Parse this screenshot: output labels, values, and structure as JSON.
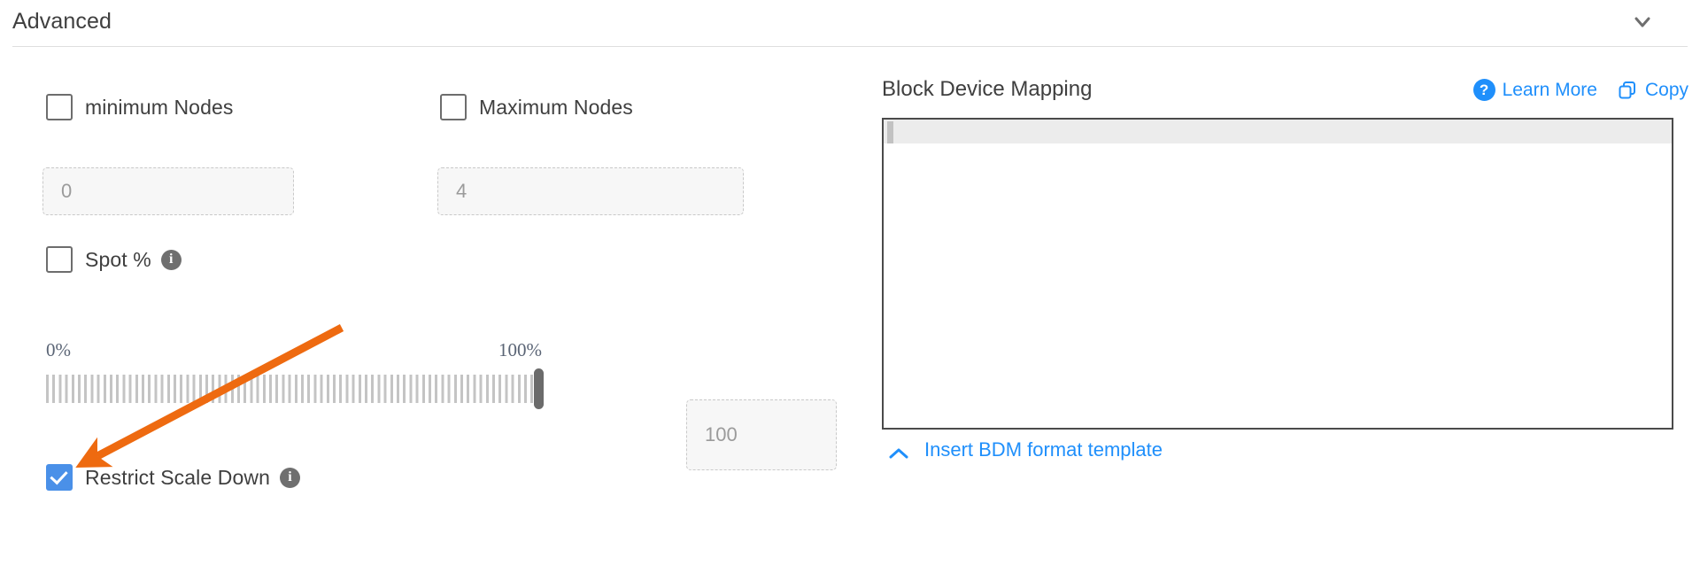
{
  "header": {
    "title": "Advanced",
    "collapse_icon": "chevron-down-icon"
  },
  "left": {
    "min_nodes": {
      "label": "minimum Nodes",
      "checked": false,
      "value": "0"
    },
    "max_nodes": {
      "label": "Maximum Nodes",
      "checked": false,
      "value": "4"
    },
    "spot": {
      "label": "Spot %",
      "checked": false,
      "info_icon": "info-icon"
    },
    "slider": {
      "min_label": "0%",
      "max_label": "100%",
      "value": "100",
      "value_field": "100"
    },
    "restrict_scale_down": {
      "label": "Restrict Scale Down",
      "checked": true,
      "info_icon": "info-icon"
    }
  },
  "right": {
    "title": "Block Device Mapping",
    "learn_more": {
      "label": "Learn More",
      "icon": "question-mark-circle-icon"
    },
    "copy": {
      "label": "Copy",
      "icon": "copy-icon"
    },
    "editor": {
      "content": ""
    },
    "insert_template": {
      "label": "Insert BDM format template",
      "icon": "chevron-up-icon"
    }
  },
  "annotation": {
    "type": "arrow",
    "color": "#ee6a10",
    "points_to": "restrict-scale-down-checkbox"
  },
  "colors": {
    "accent_blue": "#1f8ffb",
    "checkbox_blue": "#4a90e8",
    "annotation_orange": "#ee6a10",
    "text_dark": "#3f3f3f",
    "muted": "#9b9b9b"
  }
}
